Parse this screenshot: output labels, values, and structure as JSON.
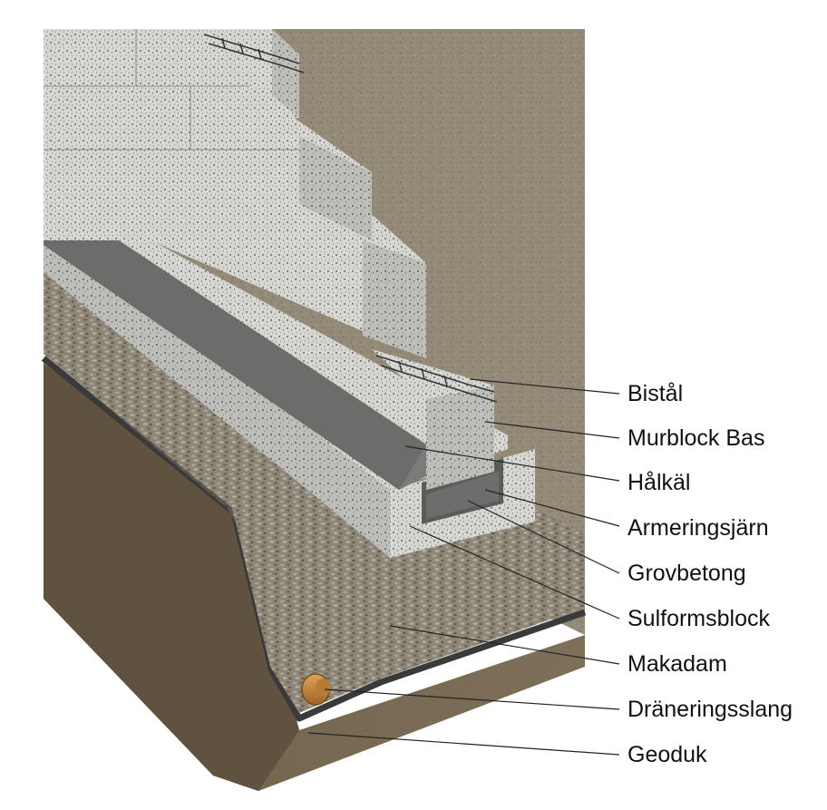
{
  "colors": {
    "ground": "#7a6a52",
    "ground_shadow": "#5a4d3a",
    "gravel": "#8c8577",
    "block": "#d3d3d1",
    "block_shade": "#b9b9b6",
    "channel": "#7a7a78",
    "geotextile": "#3d3d3d",
    "pipe": "#c98a3d",
    "leader": "#222222"
  },
  "labels": [
    {
      "id": "bistal",
      "text": "Bistål"
    },
    {
      "id": "murblock-bas",
      "text": "Murblock Bas"
    },
    {
      "id": "halkal",
      "text": "Hålkäl"
    },
    {
      "id": "armeringsjarn",
      "text": "Armeringsjärn"
    },
    {
      "id": "grovbetong",
      "text": "Grovbetong"
    },
    {
      "id": "sulformsblock",
      "text": "Sulformsblock"
    },
    {
      "id": "makadam",
      "text": "Makadam"
    },
    {
      "id": "draneringsslang",
      "text": "Dräneringsslang"
    },
    {
      "id": "geoduk",
      "text": "Geoduk"
    }
  ]
}
